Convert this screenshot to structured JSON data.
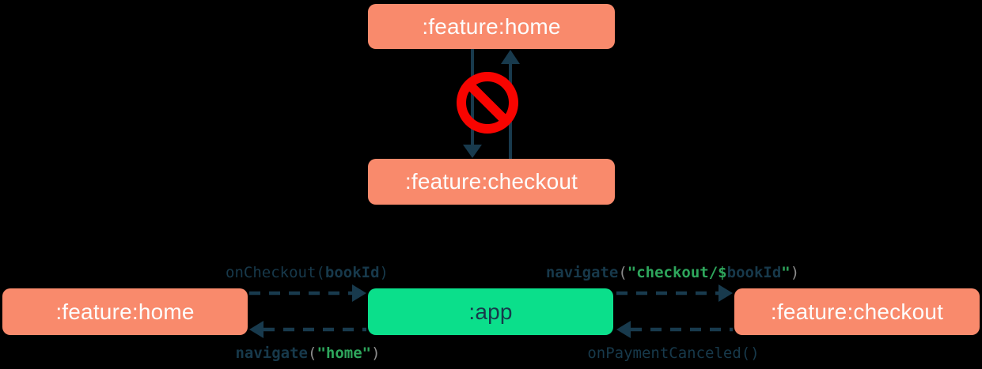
{
  "diagram_title": "feature module navigation via app module",
  "colors": {
    "background": "#000000",
    "feature_box": "#F98A6C",
    "app_box": "#0BDF8B",
    "arrow_navy": "#183A4D",
    "code_navy": "#17394B",
    "code_green": "#2EA65C",
    "code_gray": "#8C8C8C",
    "prohibition_red": "#F80400",
    "box_text_light": "#FDFDFD"
  },
  "top_diagram": {
    "home_box_label": ":feature:home",
    "checkout_box_label": ":feature:checkout",
    "icon": "no-entry-prohibition-sign"
  },
  "bottom_diagram": {
    "home_box_label": ":feature:home",
    "app_box_label": ":app",
    "checkout_box_label": ":feature:checkout",
    "labels": {
      "on_checkout": {
        "full_text": "onCheckout(bookId)",
        "segments": [
          {
            "text": "onCheckout("
          },
          {
            "text": "bookId"
          },
          {
            "text": ")"
          }
        ]
      },
      "navigate_checkout": {
        "full_text": "navigate(\"checkout/$bookId\")",
        "segments": [
          {
            "text": "navigate"
          },
          {
            "text": "("
          },
          {
            "text": "\"checkout/$"
          },
          {
            "text": "bookId"
          },
          {
            "text": "\""
          },
          {
            "text": ")"
          }
        ]
      },
      "navigate_home": {
        "full_text": "navigate(\"home\")",
        "segments": [
          {
            "text": "navigate"
          },
          {
            "text": "("
          },
          {
            "text": "\"home\""
          },
          {
            "text": ")"
          }
        ]
      },
      "on_payment_canceled": {
        "full_text": "onPaymentCanceled()",
        "segments": [
          {
            "text": "onPaymentCanceled()"
          }
        ]
      }
    }
  }
}
